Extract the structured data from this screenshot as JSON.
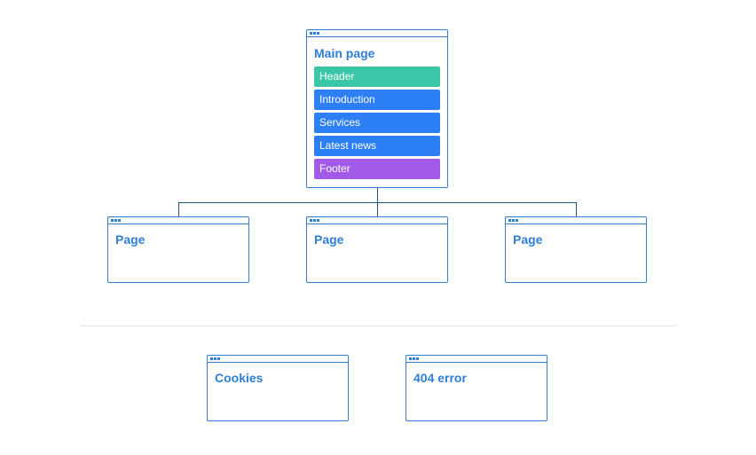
{
  "diagram": {
    "main": {
      "title": "Main page",
      "sections": [
        {
          "label": "Header",
          "color": "#3cc6a8"
        },
        {
          "label": "Introduction",
          "color": "#2d7ff5"
        },
        {
          "label": "Services",
          "color": "#2d7ff5"
        },
        {
          "label": "Latest news",
          "color": "#2d7ff5"
        },
        {
          "label": "Footer",
          "color": "#a25ae8"
        }
      ]
    },
    "children": [
      {
        "title": "Page"
      },
      {
        "title": "Page"
      },
      {
        "title": "Page"
      }
    ],
    "utility_pages": [
      {
        "title": "Cookies"
      },
      {
        "title": "404 error"
      }
    ],
    "colors": {
      "window_border": "#2f7fd8",
      "title_text": "#2f7fd8",
      "connector": "#1a5c7a",
      "divider": "#e4e6ea"
    }
  }
}
